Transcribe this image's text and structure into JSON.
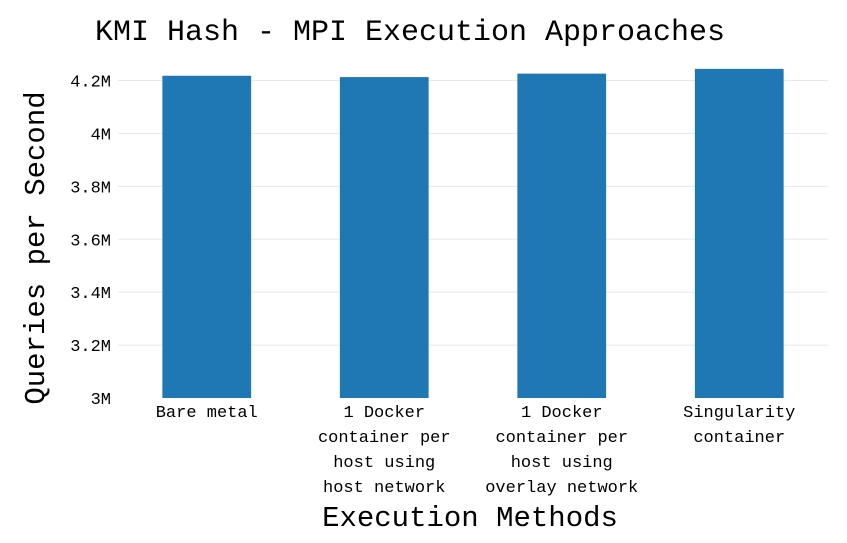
{
  "chart_data": {
    "type": "bar",
    "title": "KMI Hash - MPI Execution Approaches",
    "xlabel": "Execution Methods",
    "ylabel": "Queries per Second",
    "categories": [
      [
        "Bare metal"
      ],
      [
        "1 Docker",
        "container per",
        "host using",
        "host network"
      ],
      [
        "1 Docker",
        "container per",
        "host using",
        "overlay network"
      ],
      [
        "Singularity",
        "container"
      ]
    ],
    "values": [
      4218000,
      4213000,
      4226000,
      4244000
    ],
    "ylim": [
      3000000,
      4270000
    ],
    "yticks": [
      3000000,
      3200000,
      3400000,
      3600000,
      3800000,
      4000000,
      4200000
    ],
    "ytick_labels": [
      "3M",
      "3.2M",
      "3.4M",
      "3.6M",
      "3.8M",
      "4M",
      "4.2M"
    ],
    "bar_color": "#1f77b4",
    "grid": true,
    "legend": "none"
  }
}
